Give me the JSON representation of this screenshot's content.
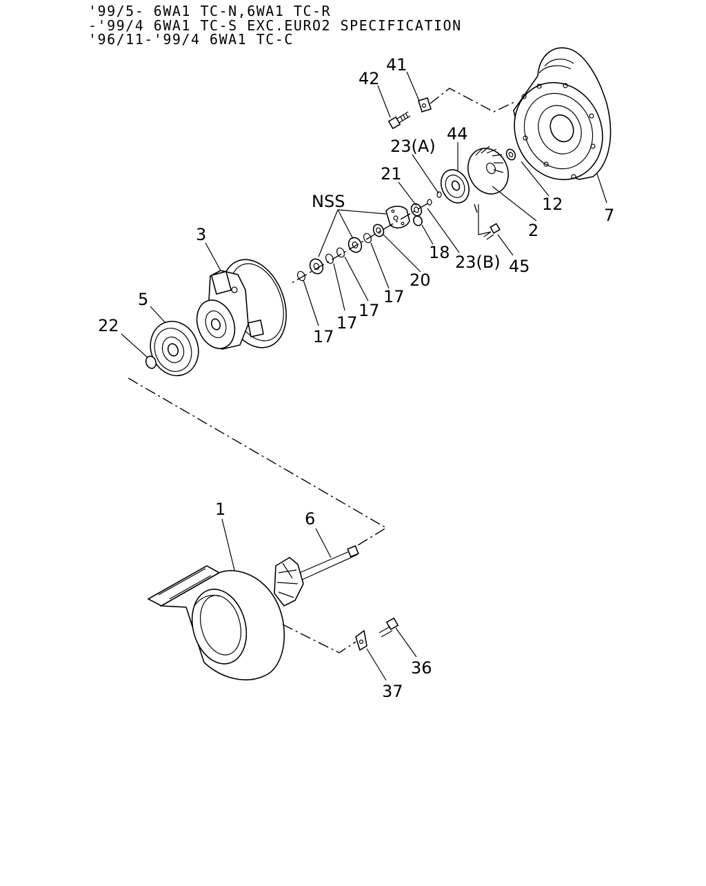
{
  "header": {
    "line1": "'99/5- 6WA1 TC-N,6WA1 TC-R",
    "line2": "-'99/4 6WA1 TC-S EXC.EURO2 SPECIFICATION",
    "line3": "'96/11-'99/4 6WA1 TC-C"
  },
  "callouts": {
    "p1": "1",
    "p2": "2",
    "p3": "3",
    "p5": "5",
    "p6": "6",
    "p7": "7",
    "p12": "12",
    "p17a": "17",
    "p17b": "17",
    "p17c": "17",
    "p17d": "17",
    "p18": "18",
    "p20": "20",
    "p21": "21",
    "p22": "22",
    "p23a": "23(A)",
    "p23b": "23(B)",
    "p36": "36",
    "p37": "37",
    "p41": "41",
    "p42": "42",
    "p44": "44",
    "p45": "45",
    "nss": "NSS"
  }
}
